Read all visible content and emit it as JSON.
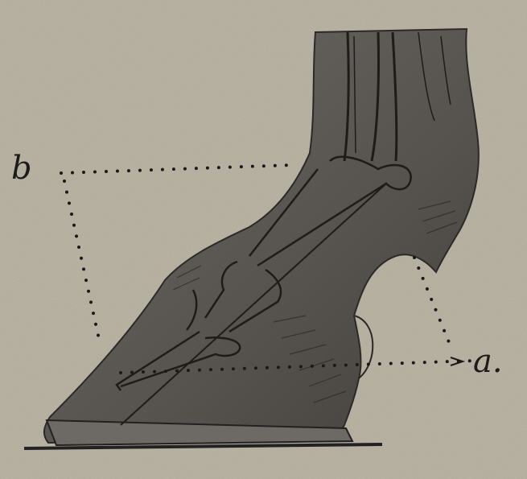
{
  "figure": {
    "label_a": "a.",
    "label_b": "b"
  },
  "colors": {
    "paper": "#bdb6a6",
    "hoof_body": "#5f5c57",
    "hoof_dark": "#3d3a36",
    "bone_line": "#1e1c1a",
    "dots": "#1a1917"
  },
  "icons": [
    "horse-hoof-illustration"
  ]
}
